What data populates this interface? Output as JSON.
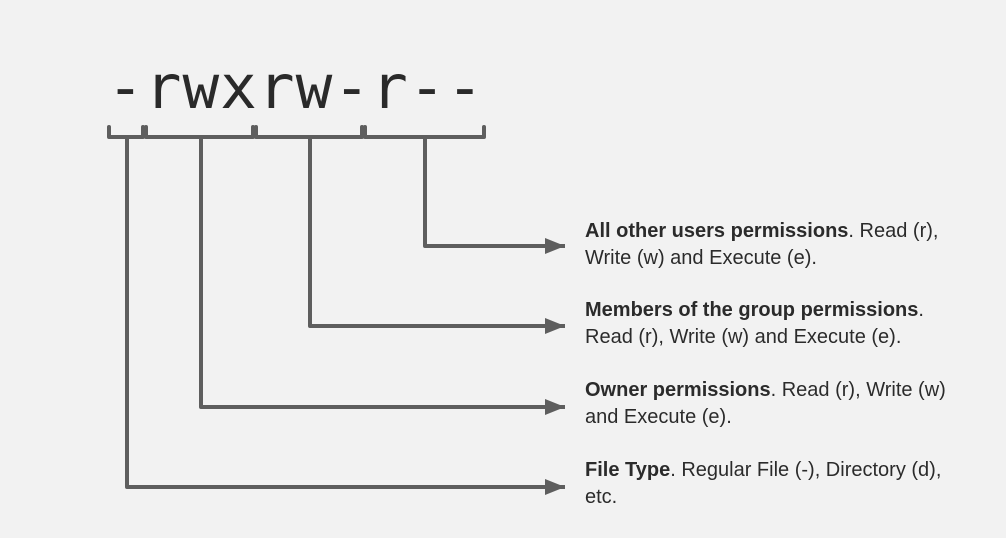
{
  "permission_string": "-rwxrw-r--",
  "colors": {
    "background": "#f2f2f2",
    "connector": "#5e5e5e",
    "text": "#2b2b2b"
  },
  "labels": [
    {
      "id": "other",
      "title": "All other users permissions",
      "description": ". Read (r), Write (w) and Execute (e)."
    },
    {
      "id": "group",
      "title": "Members of the group permissions",
      "description": ". Read (r), Write (w) and Execute (e)."
    },
    {
      "id": "owner",
      "title": "Owner permissions",
      "description": ". Read (r), Write (w) and Execute (e)."
    },
    {
      "id": "type",
      "title": "File Type",
      "description": ". Regular File (-), Directory (d), etc."
    }
  ]
}
